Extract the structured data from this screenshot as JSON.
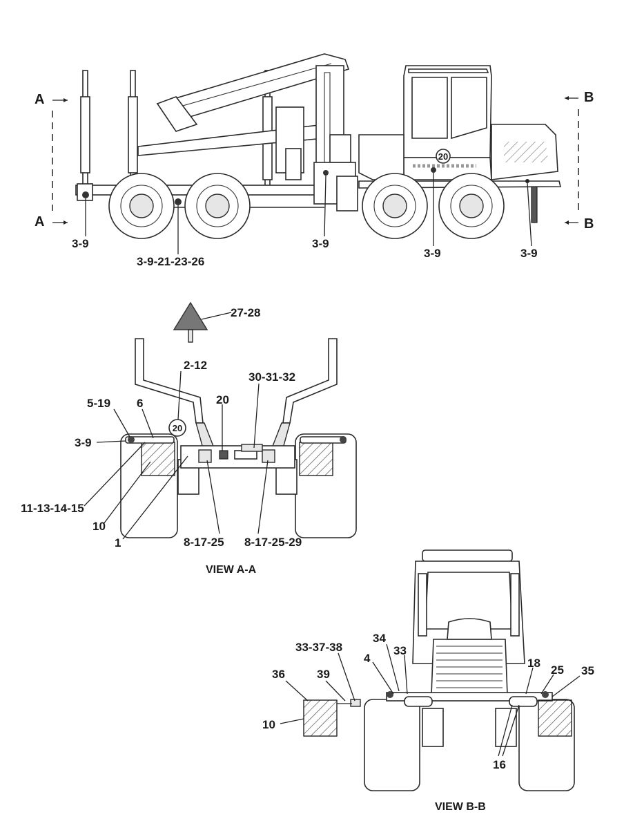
{
  "section_markers": {
    "a_top": "A",
    "a_bottom": "A",
    "b_top": "B",
    "b_bottom": "B"
  },
  "side_view": {
    "callouts": [
      "3-9",
      "3-9-21-23-26",
      "3-9",
      "3-9",
      "3-9"
    ],
    "cab_badge": "20"
  },
  "view_aa": {
    "title": "VIEW A-A",
    "badge": "20",
    "callouts": {
      "c27_28": "27-28",
      "c2_12": "2-12",
      "c30_31_32": "30-31-32",
      "c20": "20",
      "c5_19": "5-19",
      "c6": "6",
      "c3_9": "3-9",
      "c11_13_14_15": "11-13-14-15",
      "c10": "10",
      "c1": "1",
      "c8_17_25": "8-17-25",
      "c8_17_25_29": "8-17-25-29"
    }
  },
  "view_bb": {
    "title": "VIEW B-B",
    "callouts": {
      "c34": "34",
      "c33_37_38": "33-37-38",
      "c33": "33",
      "c4": "4",
      "c36": "36",
      "c39": "39",
      "c18": "18",
      "c25": "25",
      "c35": "35",
      "c10": "10",
      "c16": "16"
    }
  }
}
